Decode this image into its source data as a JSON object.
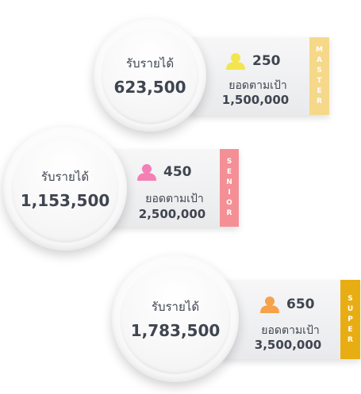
{
  "tiers": [
    {
      "badge": "MASTER",
      "badge_letters": [
        "M",
        "A",
        "S",
        "T",
        "E",
        "R"
      ],
      "badge_color": "#f5d889",
      "icon_color": "#f2e54f",
      "income_label": "รับรายได้",
      "income_value": "623,500",
      "member_count": "250",
      "target_label": "ยอดตามเป้า",
      "target_value": "1,500,000"
    },
    {
      "badge": "SENIOR",
      "badge_letters": [
        "S",
        "E",
        "N",
        "I",
        "O",
        "R"
      ],
      "badge_color": "#f58f96",
      "icon_color": "#f47fb5",
      "income_label": "รับรายได้",
      "income_value": "1,153,500",
      "member_count": "450",
      "target_label": "ยอดตามเป้า",
      "target_value": "2,500,000"
    },
    {
      "badge": "SUPER",
      "badge_letters": [
        "S",
        "U",
        "P",
        "E",
        "R"
      ],
      "badge_color": "#e9ad14",
      "icon_color": "#f6a24a",
      "income_label": "รับรายได้",
      "income_value": "1,783,500",
      "member_count": "650",
      "target_label": "ยอดตามเป้า",
      "target_value": "3,500,000"
    }
  ]
}
